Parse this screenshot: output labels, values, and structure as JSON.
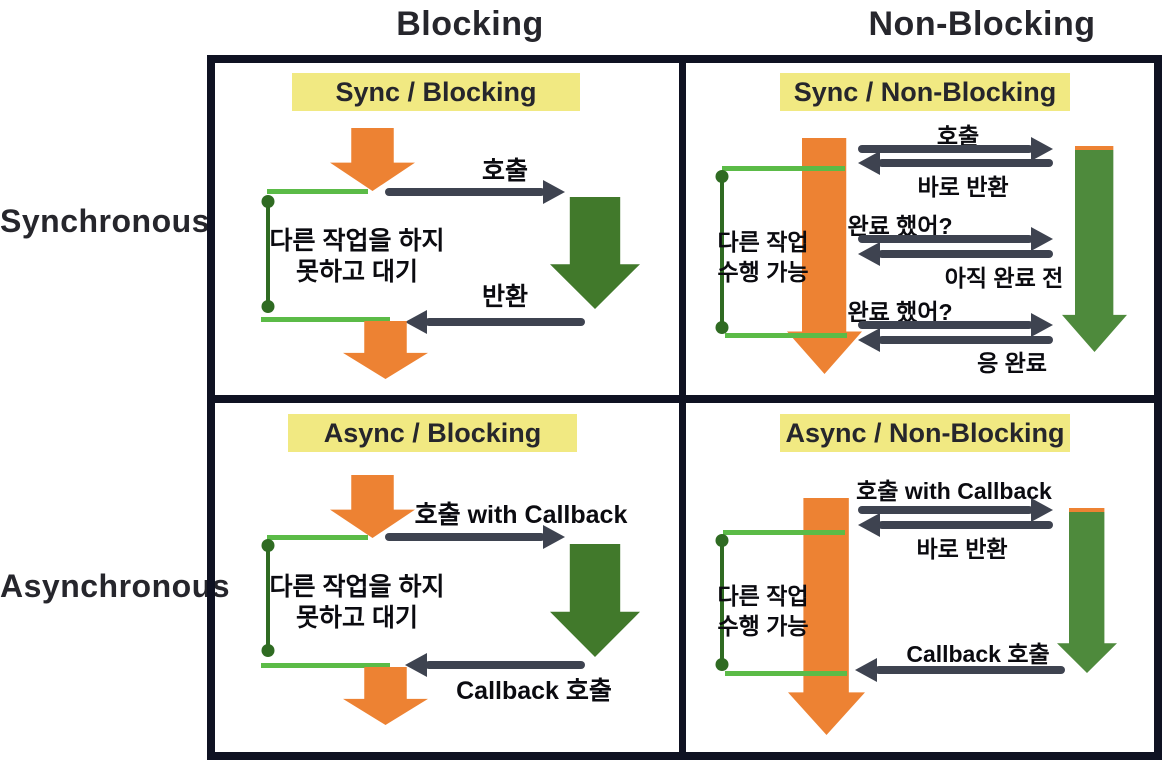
{
  "headers": {
    "col_blocking": "Blocking",
    "col_nonblocking": "Non-Blocking",
    "row_synchronous": "Synchronous",
    "row_asynchronous": "Asynchronous"
  },
  "quadrants": {
    "sync_blocking": {
      "title": "Sync / Blocking",
      "call": "호출",
      "return": "반환",
      "wait_line1": "다른 작업을 하지",
      "wait_line2": "못하고 대기"
    },
    "sync_nonblocking": {
      "title": "Sync / Non-Blocking",
      "call": "호출",
      "immediate_return": "바로 반환",
      "done_q1": "완료 했어?",
      "not_done": "아직 완료 전",
      "done_q2": "완료 했어?",
      "done_yes": "응 완료",
      "free_line1": "다른 작업",
      "free_line2": "수행 가능"
    },
    "async_blocking": {
      "title": "Async / Blocking",
      "call": "호출 with Callback",
      "callback": "Callback 호출",
      "wait_line1": "다른 작업을 하지",
      "wait_line2": "못하고 대기"
    },
    "async_nonblocking": {
      "title": "Async / Non-Blocking",
      "call": "호출 with Callback",
      "immediate_return": "바로 반환",
      "callback": "Callback 호출",
      "free_line1": "다른 작업",
      "free_line2": "수행 가능"
    }
  },
  "colors": {
    "caller_orange": "#ed8233",
    "callee_green": "#41792b",
    "callee_bar_green": "#4e8a3c",
    "resume_light_green": "#5bbb47",
    "bracket_dark_green": "#2f6b22",
    "arrow_navy": "#3e4350",
    "title_highlight_yellow": "#f1e982",
    "frame_dark": "#0f1222"
  }
}
